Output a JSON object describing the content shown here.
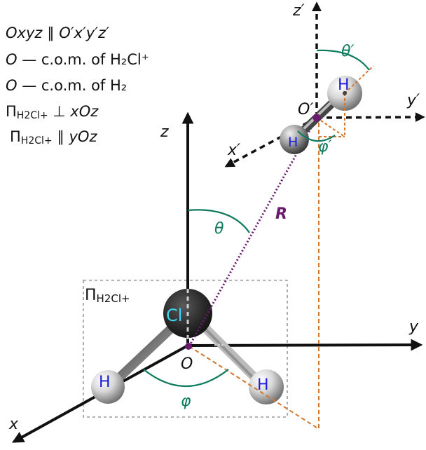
{
  "legend": {
    "line1": "Oxyz ∥ O′x′y′z′",
    "line2_prefix": "O",
    "line2_text": " — c.o.m. of H₂Cl⁺",
    "line3_prefix": "O",
    "line3_text": " — c.o.m. of H₂",
    "line4_pi": "Π",
    "line4_sub": "H2Cl+",
    "line4_rel": " ⊥ ",
    "line4_plane": "xOz",
    "line5_pi": "Π",
    "line5_sub": "H2Cl+",
    "line5_rel": " ∥ ",
    "line5_plane": "yOz"
  },
  "axes": {
    "x": "x",
    "y": "y",
    "z": "z",
    "xp": "x′",
    "yp": "y′",
    "zp": "z′"
  },
  "points": {
    "O": "O",
    "Op": "O′"
  },
  "angles": {
    "theta": "θ",
    "phi": "φ",
    "theta_p": "θ′",
    "phi_p": "φ′"
  },
  "vector": {
    "R": "R"
  },
  "plane_label": {
    "pi": "Π",
    "sub": "H2Cl+"
  },
  "atoms": {
    "cl": "Cl",
    "h_left": "H",
    "h_right": "H",
    "h_upper": "H",
    "h_front": "H"
  },
  "colors": {
    "axis": "#111111",
    "angle_arc": "#0e7a5e",
    "vector_R": "#6a1a6e",
    "projection": "#d2782e",
    "plane_box": "#9a9a9a",
    "hydrogen_text": "#1a1adc",
    "chlorine_text": "#38d8f0"
  }
}
